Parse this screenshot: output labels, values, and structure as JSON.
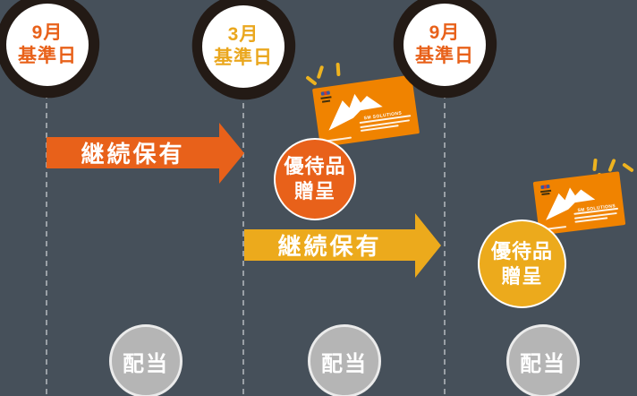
{
  "diagram": {
    "milestones": [
      {
        "month": "9月",
        "label": "基準日"
      },
      {
        "month": "3月",
        "label": "基準日"
      },
      {
        "month": "9月",
        "label": "基準日"
      }
    ],
    "arrows": [
      {
        "label": "継続保有"
      },
      {
        "label": "継続保有"
      }
    ],
    "gifts": [
      {
        "line1": "優待品",
        "line2": "贈呈"
      },
      {
        "line1": "優待品",
        "line2": "贈呈"
      }
    ],
    "dividends": [
      {
        "label": "配当"
      },
      {
        "label": "配当"
      },
      {
        "label": "配当"
      }
    ],
    "card": {
      "logo_text": "SM SOLUTIONS"
    }
  },
  "colors": {
    "background": "#46505a",
    "orange": "#e8611a",
    "yellow": "#ecaa1c",
    "milestone_text_orange": "#e8611a",
    "milestone_text_yellow": "#eaa71e",
    "card_orange": "#f08300",
    "dividend_gray": "#b5b5b5",
    "brush_ring_dark": "#231a15",
    "dashed_line_gray": "#9aa0a6",
    "sparkle_yellow": "#eeb31f",
    "text_white": "#ffffff"
  }
}
